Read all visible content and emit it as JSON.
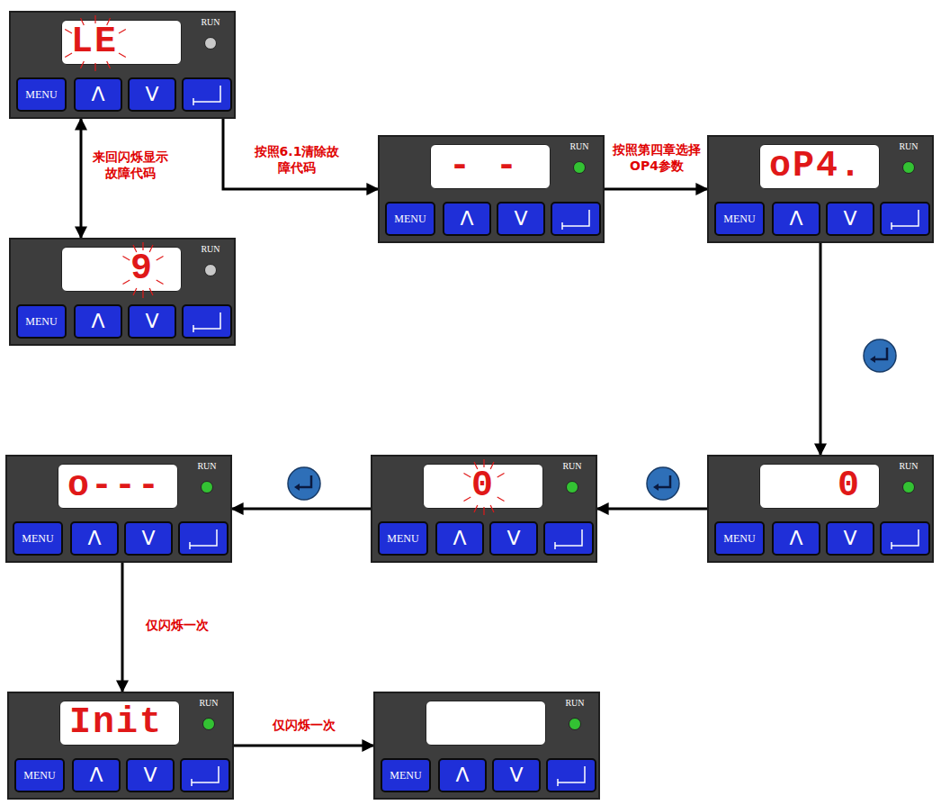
{
  "diagram": {
    "nodes": [
      {
        "text": [
          "RUN"
        ]
      },
      {
        "text": [
          "LE"
        ],
        "in": 0
      },
      {
        "text": [
          "MENU"
        ],
        "in": 0
      },
      {
        "text": [
          "Λ"
        ],
        "in": 0
      },
      {
        "text": [
          "V"
        ],
        "in": 0
      },
      {
        "text": [
          "RUN"
        ]
      },
      {
        "text": [
          "9"
        ],
        "in": 5
      },
      {
        "text": [
          "MENU"
        ],
        "in": 5
      },
      {
        "text": [
          "Λ"
        ],
        "in": 5
      },
      {
        "text": [
          "V"
        ],
        "in": 5
      },
      {
        "text": [
          "RUN"
        ]
      },
      {
        "text": [
          "- -"
        ],
        "in": 10
      },
      {
        "text": [
          "MENU"
        ],
        "in": 10
      },
      {
        "text": [
          "Λ"
        ],
        "in": 10
      },
      {
        "text": [
          "V"
        ],
        "in": 10
      },
      {
        "text": [
          "RUN"
        ]
      },
      {
        "text": [
          "oP4."
        ],
        "in": 15
      },
      {
        "text": [
          "MENU"
        ],
        "in": 15
      },
      {
        "text": [
          "Λ"
        ],
        "in": 15
      },
      {
        "text": [
          "V"
        ],
        "in": 15
      },
      {
        "text": [
          "RUN"
        ]
      },
      {
        "text": [
          "0"
        ],
        "in": 20
      },
      {
        "text": [
          "MENU"
        ],
        "in": 20
      },
      {
        "text": [
          "Λ"
        ],
        "in": 20
      },
      {
        "text": [
          "V"
        ],
        "in": 20
      },
      {
        "text": [
          "RUN"
        ]
      },
      {
        "text": [
          "0"
        ],
        "in": 25
      },
      {
        "text": [
          "MENU"
        ],
        "in": 25
      },
      {
        "text": [
          "Λ"
        ],
        "in": 25
      },
      {
        "text": [
          "V"
        ],
        "in": 25
      },
      {
        "text": [
          "RUN"
        ]
      },
      {
        "text": [
          "o---"
        ],
        "in": 30
      },
      {
        "text": [
          "MENU"
        ],
        "in": 30
      },
      {
        "text": [
          "Λ"
        ],
        "in": 30
      },
      {
        "text": [
          "V"
        ],
        "in": 30
      },
      {
        "text": [
          "RUN"
        ]
      },
      {
        "text": [
          "Init"
        ],
        "in": 35
      },
      {
        "text": [
          "MENU"
        ],
        "in": 35
      },
      {
        "text": [
          "Λ"
        ],
        "in": 35
      },
      {
        "text": [
          "V"
        ],
        "in": 35
      },
      {
        "text": [
          "RUN"
        ]
      },
      {
        "text": [
          "MENU"
        ],
        "in": 40
      },
      {
        "text": [
          "Λ"
        ],
        "in": 40
      },
      {
        "text": [
          "V"
        ],
        "in": 40
      }
    ],
    "edges": [
      {
        "from": 0,
        "to": 5,
        "arrow": "both",
        "label": "来回闪烁显示故障代码"
      },
      {
        "from": 0,
        "to": 10,
        "arrow": "to",
        "label": "按照6.1清除故障代码"
      },
      {
        "from": 10,
        "to": 15,
        "arrow": "to",
        "label": "按照第四章选择OP4参数"
      },
      {
        "from": 15,
        "to": 20,
        "arrow": "to"
      },
      {
        "from": 20,
        "to": 25,
        "arrow": "to"
      },
      {
        "from": 25,
        "to": 30,
        "arrow": "to"
      },
      {
        "from": 30,
        "to": 35,
        "arrow": "to",
        "label": "仅闪烁一次"
      },
      {
        "from": 35,
        "to": 40,
        "arrow": "to",
        "label": "仅闪烁一次"
      }
    ]
  }
}
